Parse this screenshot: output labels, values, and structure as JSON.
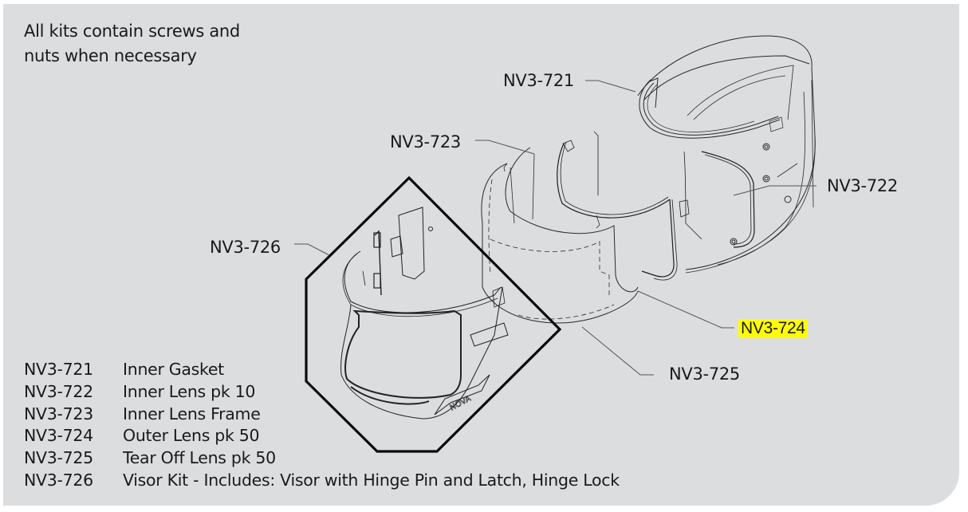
{
  "note": {
    "lines": [
      "All kits contain screws and",
      "nuts when necessary"
    ]
  },
  "callouts": [
    {
      "code": "NV3-721",
      "highlighted": false
    },
    {
      "code": "NV3-722",
      "highlighted": false
    },
    {
      "code": "NV3-723",
      "highlighted": false
    },
    {
      "code": "NV3-724",
      "highlighted": true
    },
    {
      "code": "NV3-725",
      "highlighted": false
    },
    {
      "code": "NV3-726",
      "highlighted": false
    }
  ],
  "legend": [
    {
      "code": "NV3-721",
      "description": "Inner Gasket"
    },
    {
      "code": "NV3-722",
      "description": "Inner Lens pk 10"
    },
    {
      "code": "NV3-723",
      "description": "Inner Lens Frame"
    },
    {
      "code": "NV3-724",
      "description": "Outer Lens pk 50"
    },
    {
      "code": "NV3-725",
      "description": "Tear Off Lens pk 50"
    },
    {
      "code": "NV3-726",
      "description": "Visor Kit - Includes: Visor with Hinge Pin and Latch, Hinge Lock"
    }
  ],
  "drawing": {
    "brand_mark": "NOVA",
    "highlight_color": "#ffff00",
    "panel_color": "#dcdddf"
  }
}
